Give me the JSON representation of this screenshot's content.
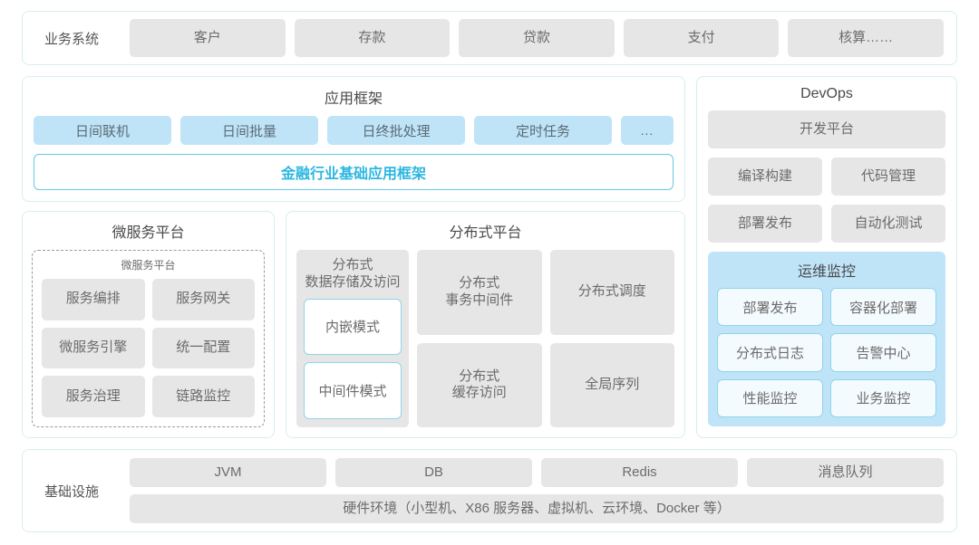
{
  "business_systems": {
    "label": "业务系统",
    "items": [
      "客户",
      "存款",
      "贷款",
      "支付",
      "核算……"
    ]
  },
  "app_framework": {
    "title": "应用框架",
    "chips": [
      "日间联机",
      "日间批量",
      "日终批处理",
      "定时任务"
    ],
    "more_chip": "...",
    "banner": "金融行业基础应用框架"
  },
  "microservice_platform": {
    "title": "微服务平台",
    "inner_title": "微服务平台",
    "items": [
      "服务编排",
      "服务网关",
      "微服务引擎",
      "统一配置",
      "服务治理",
      "链路监控"
    ]
  },
  "distributed_platform": {
    "title": "分布式平台",
    "storage_card": {
      "title": "分布式\n数据存储及访问",
      "modes": [
        "内嵌模式",
        "中间件模式"
      ]
    },
    "cells": [
      "分布式\n事务中间件",
      "分布式调度",
      "分布式\n缓存访问",
      "全局序列"
    ]
  },
  "devops": {
    "title": "DevOps",
    "platform": "开发平台",
    "items": [
      "编译构建",
      "代码管理",
      "部署发布",
      "自动化测试"
    ],
    "ops_monitor": {
      "title": "运维监控",
      "items": [
        "部署发布",
        "容器化部署",
        "分布式日志",
        "告警中心",
        "性能监控",
        "业务监控"
      ]
    }
  },
  "infrastructure": {
    "label": "基础设施",
    "items": [
      "JVM",
      "DB",
      "Redis",
      "消息队列"
    ],
    "hardware": "硬件环境（小型机、X86 服务器、虚拟机、云环境、Docker 等）"
  },
  "colors": {
    "panel_border": "#d8edf0",
    "chip_gray": "#e6e6e6",
    "chip_blue": "#bfe4f8",
    "accent_cyan": "#2cb7e0",
    "text": "#6b6b6b"
  }
}
